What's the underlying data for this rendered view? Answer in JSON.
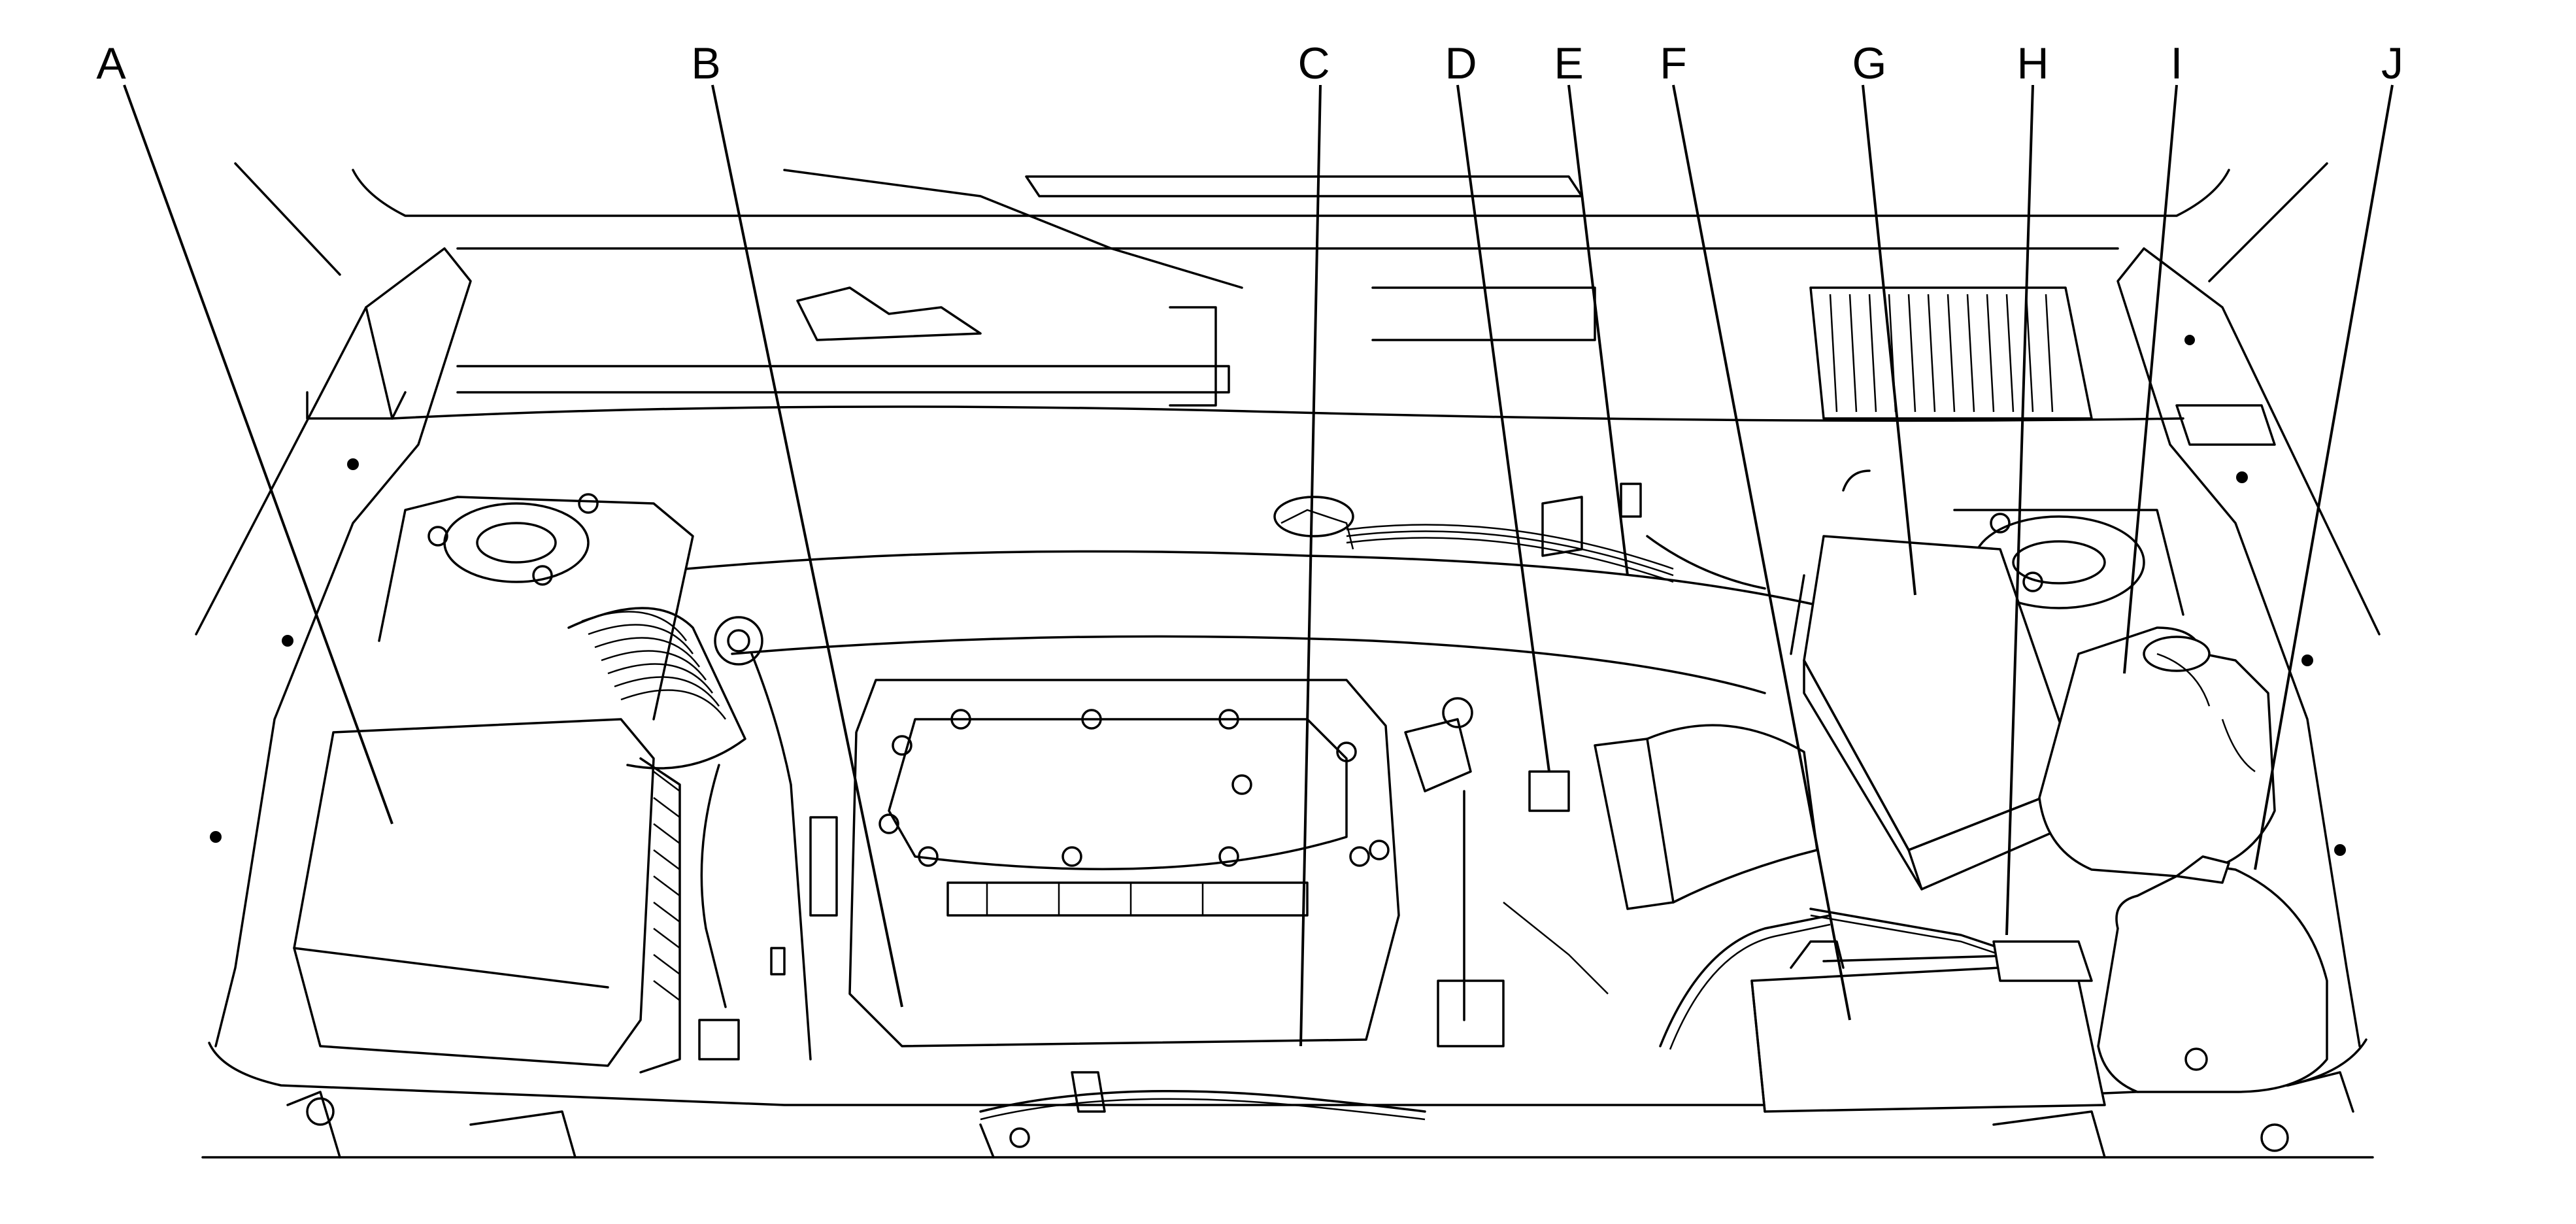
{
  "diagram": {
    "callouts": [
      {
        "id": "A",
        "letter": "A"
      },
      {
        "id": "B",
        "letter": "B"
      },
      {
        "id": "C",
        "letter": "C"
      },
      {
        "id": "D",
        "letter": "D"
      },
      {
        "id": "E",
        "letter": "E"
      },
      {
        "id": "F",
        "letter": "F"
      },
      {
        "id": "G",
        "letter": "G"
      },
      {
        "id": "H",
        "letter": "H"
      },
      {
        "id": "I",
        "letter": "I"
      },
      {
        "id": "J",
        "letter": "J"
      }
    ],
    "colors": {
      "ink": "#000000",
      "paper": "#ffffff"
    }
  }
}
